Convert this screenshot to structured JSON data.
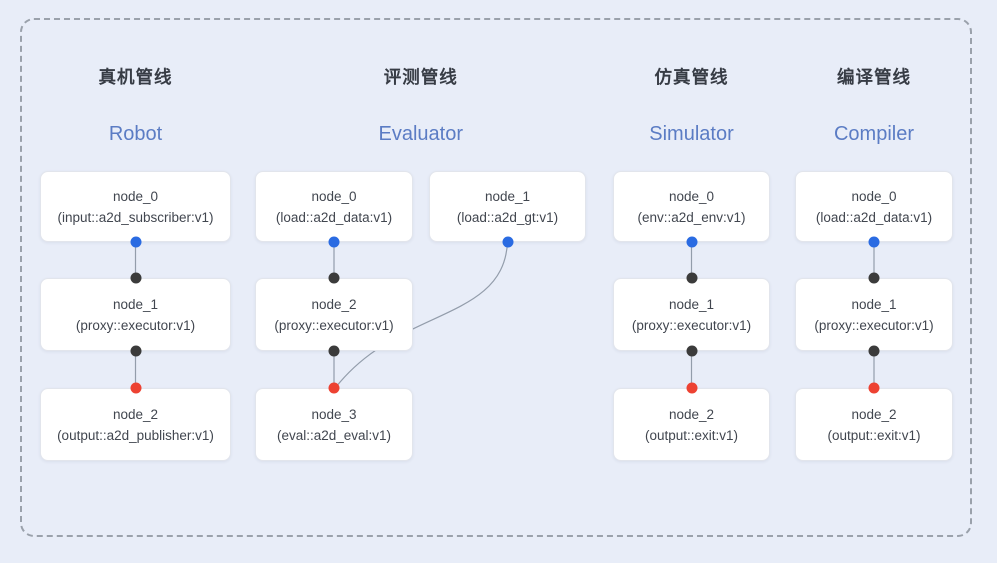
{
  "colors": {
    "background": "#e8edf8",
    "node_background": "#ffffff",
    "node_border": "#e2e5ec",
    "boundary_dash": "#9aa1ab",
    "title_text": "#373c45",
    "subtitle_text": "#5b7cc4",
    "node_text": "#41464f",
    "edge": "#939dab",
    "port_blue": "#2a6be2",
    "port_dark": "#3b3b3b",
    "port_red": "#ed4232"
  },
  "diagram": {
    "pipelines": [
      {
        "id": "robot",
        "title_zh": "真机管线",
        "subtitle_en": "Robot",
        "columns": [
          {
            "nodes": [
              {
                "row": 0,
                "name": "node_0",
                "type": "(input::a2d_subscriber:v1)",
                "top_port": null,
                "bottom_port": "blue"
              },
              {
                "row": 1,
                "name": "node_1",
                "type": "(proxy::executor:v1)",
                "top_port": "dark",
                "bottom_port": "dark"
              },
              {
                "row": 2,
                "name": "node_2",
                "type": "(output::a2d_publisher:v1)",
                "top_port": "red",
                "bottom_port": null
              }
            ]
          }
        ]
      },
      {
        "id": "evaluator",
        "title_zh": "评测管线",
        "subtitle_en": "Evaluator",
        "columns": [
          {
            "nodes": [
              {
                "row": 0,
                "name": "node_0",
                "type": "(load::a2d_data:v1)",
                "top_port": null,
                "bottom_port": "blue"
              },
              {
                "row": 1,
                "name": "node_2",
                "type": "(proxy::executor:v1)",
                "top_port": "dark",
                "bottom_port": "dark"
              },
              {
                "row": 2,
                "name": "node_3",
                "type": "(eval::a2d_eval:v1)",
                "top_port": "red",
                "bottom_port": null
              }
            ]
          },
          {
            "nodes": [
              {
                "row": 0,
                "name": "node_1",
                "type": "(load::a2d_gt:v1)",
                "top_port": null,
                "bottom_port": "blue"
              }
            ]
          }
        ],
        "cross_edge": {
          "from_column": 1,
          "from_node": "node_1",
          "from_side": "bottom",
          "to_column": 0,
          "to_node": "node_3",
          "to_side": "top"
        }
      },
      {
        "id": "simulator",
        "title_zh": "仿真管线",
        "subtitle_en": "Simulator",
        "columns": [
          {
            "nodes": [
              {
                "row": 0,
                "name": "node_0",
                "type": "(env::a2d_env:v1)",
                "top_port": null,
                "bottom_port": "blue"
              },
              {
                "row": 1,
                "name": "node_1",
                "type": "(proxy::executor:v1)",
                "top_port": "dark",
                "bottom_port": "dark"
              },
              {
                "row": 2,
                "name": "node_2",
                "type": "(output::exit:v1)",
                "top_port": "red",
                "bottom_port": null
              }
            ]
          }
        ]
      },
      {
        "id": "compiler",
        "title_zh": "编译管线",
        "subtitle_en": "Compiler",
        "columns": [
          {
            "nodes": [
              {
                "row": 0,
                "name": "node_0",
                "type": "(load::a2d_data:v1)",
                "top_port": null,
                "bottom_port": "blue"
              },
              {
                "row": 1,
                "name": "node_1",
                "type": "(proxy::executor:v1)",
                "top_port": "dark",
                "bottom_port": "dark"
              },
              {
                "row": 2,
                "name": "node_2",
                "type": "(output::exit:v1)",
                "top_port": "red",
                "bottom_port": null
              }
            ]
          }
        ]
      }
    ]
  }
}
